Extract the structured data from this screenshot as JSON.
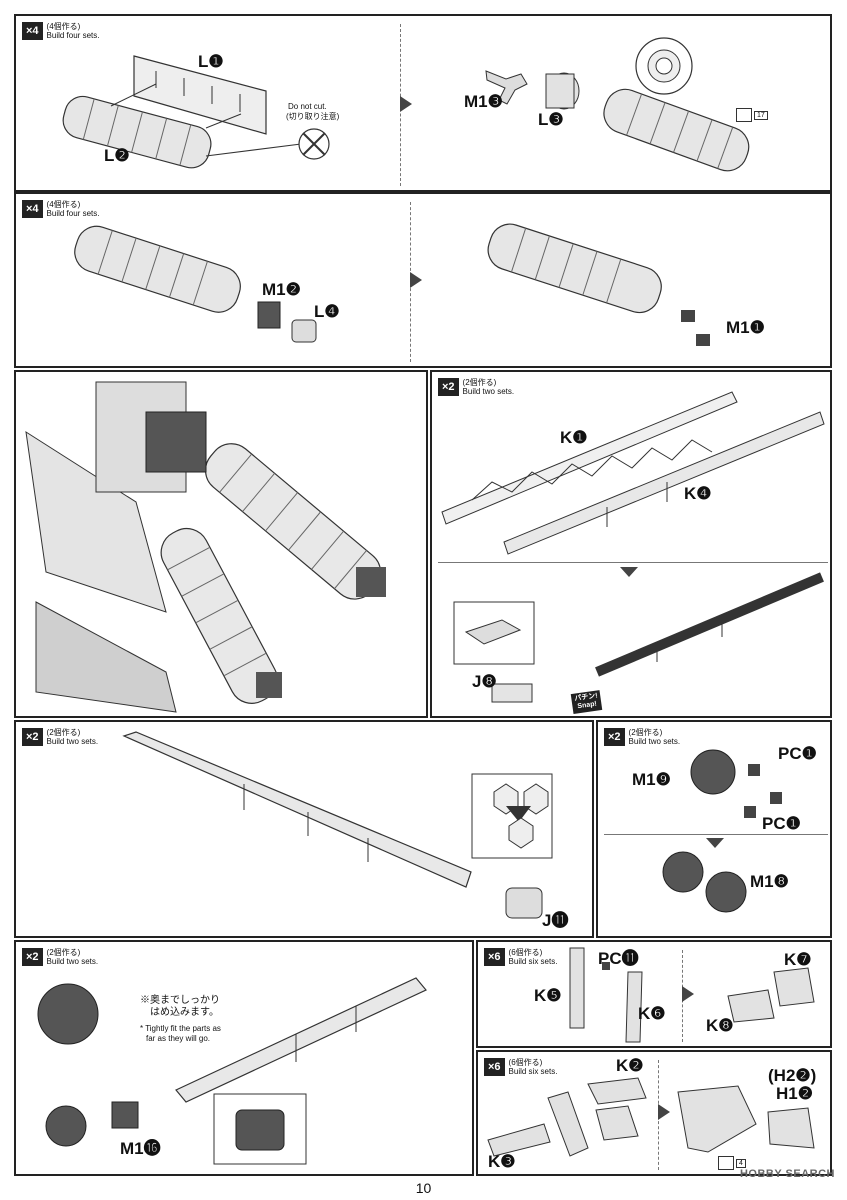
{
  "page_number": "10",
  "watermark": "HOBBY SEARCH",
  "panels": {
    "p1": {
      "badge": "×4",
      "jp": "(4個作る)",
      "en": "Build four sets.",
      "labels": {
        "l1": "L❶",
        "l2": "L❷",
        "m13": "M1❸",
        "l3": "L❸"
      },
      "note_en": "Do not cut.",
      "note_jp": "(切り取り注意)",
      "ref": "17"
    },
    "p2": {
      "badge": "×4",
      "jp": "(4個作る)",
      "en": "Build four sets.",
      "labels": {
        "m12": "M1❷",
        "l4": "L❹",
        "m11": "M1❶"
      }
    },
    "p4": {
      "badge": "×2",
      "jp": "(2個作る)",
      "en": "Build two sets.",
      "labels": {
        "k1": "K❶",
        "k4": "K❹",
        "j8": "J❽"
      },
      "snap_jp": "パチン!",
      "snap_en": "Snap!"
    },
    "p5": {
      "badge": "×2",
      "jp": "(2個作る)",
      "en": "Build two sets.",
      "labels": {
        "j11": "J⓫"
      }
    },
    "p6": {
      "badge": "×2",
      "jp": "(2個作る)",
      "en": "Build two sets.",
      "labels": {
        "pc1a": "PC❶",
        "m19": "M1❾",
        "pc1b": "PC❶",
        "m18": "M1❽"
      }
    },
    "p7": {
      "badge": "×2",
      "jp": "(2個作る)",
      "en": "Build two sets.",
      "note_jp1": "※奥までしっかり",
      "note_jp2": "はめ込みます。",
      "note_en1": "* Tightly fit the parts as",
      "note_en2": "far as they will go.",
      "labels": {
        "m116": "M1⓰"
      }
    },
    "p8": {
      "badge": "×6",
      "jp": "(6個作る)",
      "en": "Build six sets.",
      "labels": {
        "pc11": "PC⓫",
        "k5": "K❺",
        "k6": "K❻",
        "k7": "K❼",
        "k8": "K❽"
      }
    },
    "p9": {
      "badge": "×6",
      "jp": "(6個作る)",
      "en": "Build six sets.",
      "labels": {
        "k2": "K❷",
        "h22": "(H2❷)",
        "h12": "H1❷",
        "k3": "K❸"
      },
      "ref": "4"
    }
  }
}
